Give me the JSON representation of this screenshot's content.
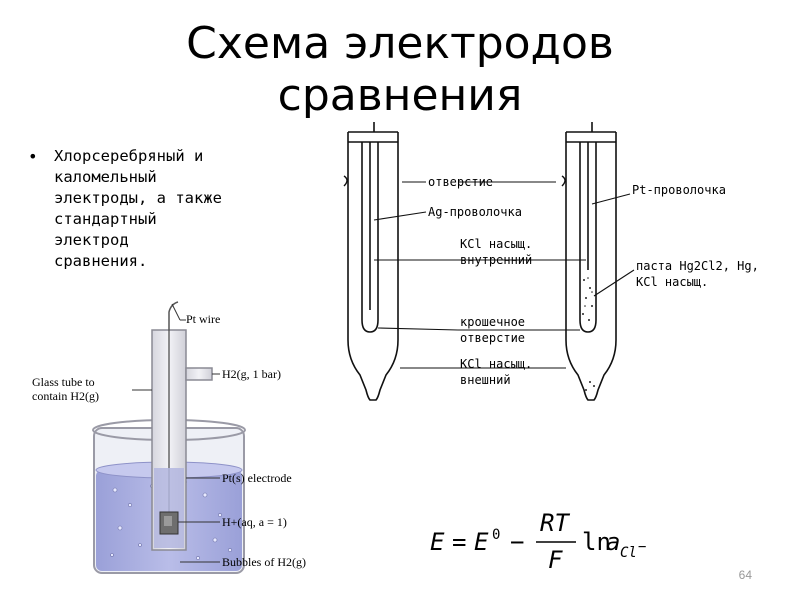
{
  "slide": {
    "title_line1": "Схема электродов",
    "title_line2": "сравнения",
    "bullet": "Хлорсеребряный и\nкаломельный\nэлектроды, а также\nстандартный\nэлектрод\nсравнения.",
    "page_number": "64"
  },
  "hydrogen_electrode": {
    "pt_wire": "Pt wire",
    "h2_gas": "H2(g, 1 bar)",
    "glass_tube_line1": "Glass tube to",
    "glass_tube_line2": "contain H2(g)",
    "pt_electrode": "Pt(s) electrode",
    "h_plus": "H+(aq, a = 1)",
    "bubbles": "Bubbles of H2(g)"
  },
  "reference_electrodes": {
    "opening": "отверстие",
    "ag_wire": "Ag-проволочка",
    "kcl_inner_line1": "KCl насыщ.",
    "kcl_inner_line2": "внутренний",
    "tiny_line1": "крошечное",
    "tiny_line2": "отверстие",
    "kcl_outer_line1": "KCl насыщ.",
    "kcl_outer_line2": "внешний",
    "pt_wire_ru": "Pt-проволочка",
    "paste_line1": "паста Hg2Cl2, Hg,",
    "paste_line2": "KCl насыщ."
  },
  "formula": {
    "lhs": "E",
    "eq1": "=",
    "e0": "E",
    "e0_sup": "0",
    "minus": "−",
    "num": "RT",
    "den": "F",
    "ln": "ln",
    "a": "a",
    "sub": "Cl",
    "sub_sup": "−"
  }
}
